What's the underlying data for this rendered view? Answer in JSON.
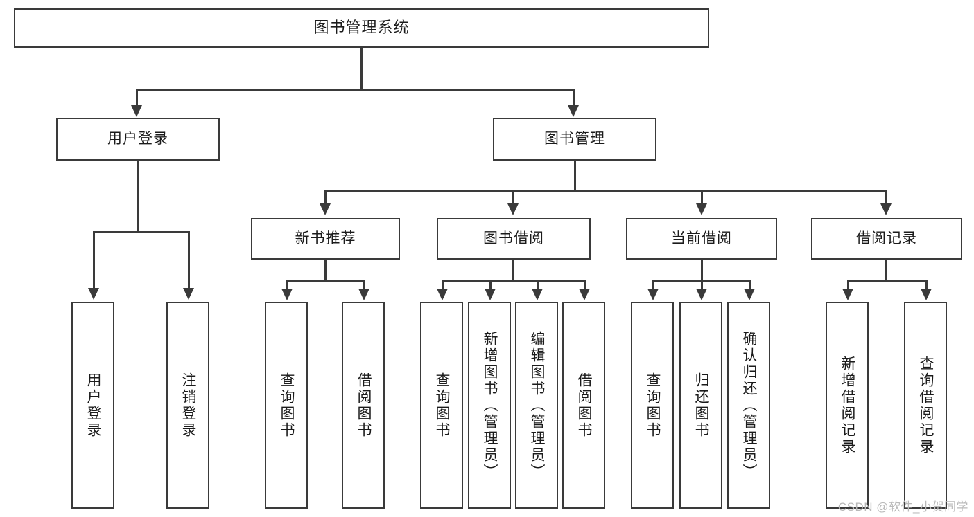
{
  "diagram": {
    "title": "图书管理系统",
    "watermark": "CSDN @软件_小贺同学",
    "colors": {
      "stroke": "#3a3a3a",
      "text": "#1b1b1b",
      "background": "#ffffff",
      "watermark": "#b9b9b9"
    },
    "level1": {
      "label": "图书管理系统"
    },
    "level2": [
      {
        "label": "用户登录"
      },
      {
        "label": "图书管理"
      }
    ],
    "level3": [
      {
        "label": "新书推荐"
      },
      {
        "label": "图书借阅"
      },
      {
        "label": "当前借阅"
      },
      {
        "label": "借阅记录"
      }
    ],
    "leaves": {
      "user_login": [
        {
          "label": "用户登录"
        },
        {
          "label": "注销登录"
        }
      ],
      "new_book_recommend": [
        {
          "label": "查询图书"
        },
        {
          "label": "借阅图书"
        }
      ],
      "book_borrow": [
        {
          "label": "查询图书"
        },
        {
          "label": "新增图书（管理员）"
        },
        {
          "label": "编辑图书（管理员）"
        },
        {
          "label": "借阅图书"
        }
      ],
      "current_borrow": [
        {
          "label": "查询图书"
        },
        {
          "label": "归还图书"
        },
        {
          "label": "确认归还（管理员）"
        }
      ],
      "borrow_record": [
        {
          "label": "新增借阅记录"
        },
        {
          "label": "查询借阅记录"
        }
      ]
    }
  }
}
